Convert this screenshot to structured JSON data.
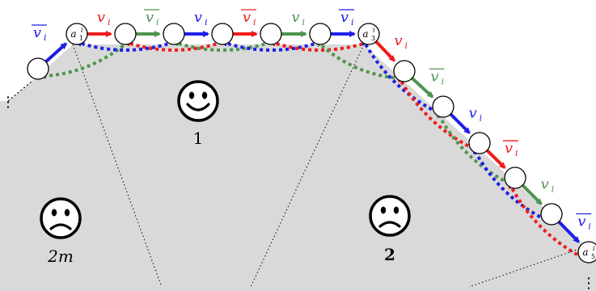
{
  "colors": {
    "blue": "#1f1fe6",
    "red": "#ee1c1c",
    "green": "#4f944f",
    "region": "#d9d9d9",
    "node_fill": "#ffffff",
    "stroke": "#000000"
  },
  "edge_labels": {
    "v": "v",
    "v_bar": "v",
    "sub": "i"
  },
  "node_labels": {
    "a1": "a",
    "a1_sub": "1",
    "a1_sup": "i",
    "a3": "a",
    "a3_sub": "3",
    "a3_sup": "i",
    "a5": "a",
    "a5_sub": "5",
    "a5_sup": "i"
  },
  "region_labels": {
    "r1": "1",
    "r2": "2",
    "r2m": "2m"
  },
  "faces": {
    "r1": "smiley-icon",
    "r2": "frowny-icon",
    "r2m": "frowny-icon"
  },
  "ellipsis": "⋮"
}
